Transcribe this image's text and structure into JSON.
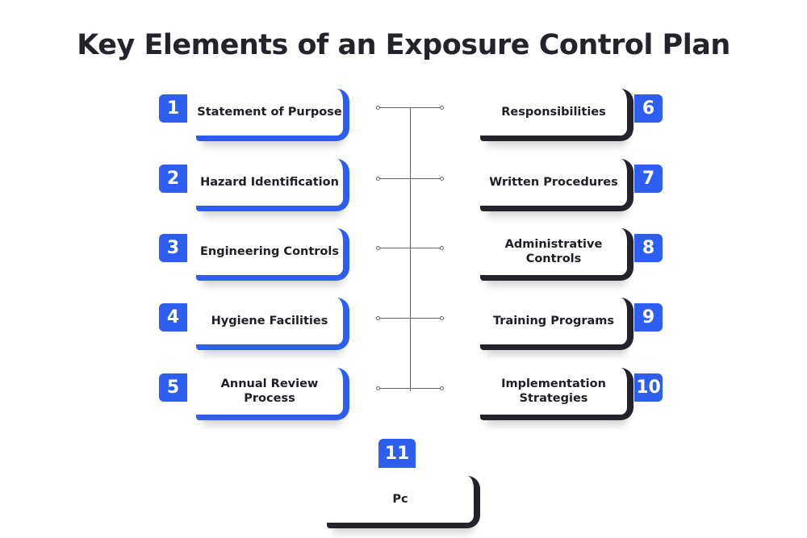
{
  "title": "Key Elements of an Exposure Control Plan",
  "left_items": [
    {
      "number": "1",
      "label": "Statement of Purpose"
    },
    {
      "number": "2",
      "label": "Hazard Identification"
    },
    {
      "number": "3",
      "label": "Engineering Controls"
    },
    {
      "number": "4",
      "label": "Hygiene Facilities"
    },
    {
      "number": "5",
      "label": "Annual Review Process"
    }
  ],
  "right_items": [
    {
      "number": "6",
      "label": "Responsibilities"
    },
    {
      "number": "7",
      "label": "Written Procedures"
    },
    {
      "number": "8",
      "label": "Administrative Controls"
    },
    {
      "number": "9",
      "label": "Training Programs"
    },
    {
      "number": "10",
      "label": "Implementation Strategies"
    }
  ],
  "bottom_item": {
    "number": "11",
    "label": "Pc"
  },
  "colors": {
    "accent": "#2e5ef0",
    "dark": "#23232b"
  }
}
